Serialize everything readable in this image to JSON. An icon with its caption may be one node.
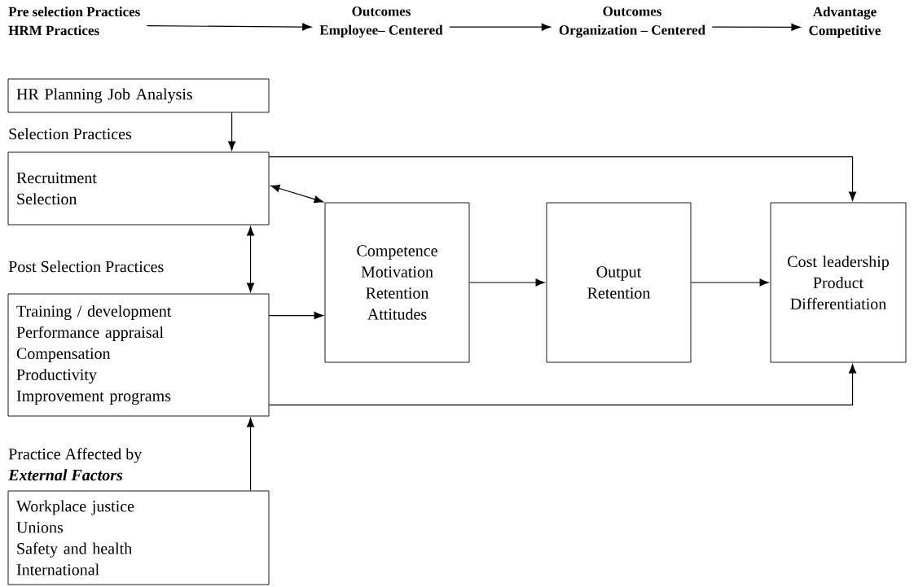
{
  "diagram": {
    "nodes": [
      {
        "text": [
          "Pre selection  Practices",
          "HRM Practices"
        ]
      },
      {
        "text": [
          "Outcomes",
          "Employee– Centered"
        ]
      },
      {
        "text": [
          "Outcomes",
          "Organization – Centered"
        ]
      },
      {
        "text": [
          "Advantage",
          "Competitive"
        ]
      },
      {
        "text": [
          "HR Planning Job Analysis"
        ]
      },
      {
        "text": [
          "Recruitment",
          "Selection"
        ]
      },
      {
        "text": [
          "Training / development",
          "Performance appraisal",
          "Compensation",
          "Productivity",
          "Improvement programs"
        ]
      },
      {
        "text": [
          "Competence",
          "Motivation",
          "Retention",
          "Attitudes"
        ]
      },
      {
        "text": [
          "Output",
          "Retention"
        ]
      },
      {
        "text": [
          "Cost leadership",
          "Product Differentiation"
        ]
      },
      {
        "text": [
          "Workplace justice",
          "Unions",
          "Safety and health",
          "International"
        ]
      }
    ],
    "edges": [
      {
        "from": 0,
        "to": 1,
        "arrow": "to"
      },
      {
        "from": 1,
        "to": 2,
        "arrow": "to"
      },
      {
        "from": 2,
        "to": 3,
        "arrow": "to"
      },
      {
        "from": 4,
        "to": 5,
        "arrow": "to"
      },
      {
        "from": 5,
        "to": 7,
        "arrow": "both"
      },
      {
        "from": 5,
        "to": 6,
        "arrow": "both"
      },
      {
        "from": 6,
        "to": 7,
        "arrow": "to"
      },
      {
        "from": 7,
        "to": 8,
        "arrow": "to"
      },
      {
        "from": 8,
        "to": 9,
        "arrow": "to"
      },
      {
        "from": 5,
        "to": 9,
        "arrow": "to"
      },
      {
        "from": 6,
        "to": 9,
        "arrow": "to"
      },
      {
        "from": 10,
        "to": 6,
        "arrow": "to"
      }
    ],
    "labels": [
      "Selection Practices",
      "Post Selection Practices",
      "Practice Affected by",
      "External Factors"
    ]
  }
}
